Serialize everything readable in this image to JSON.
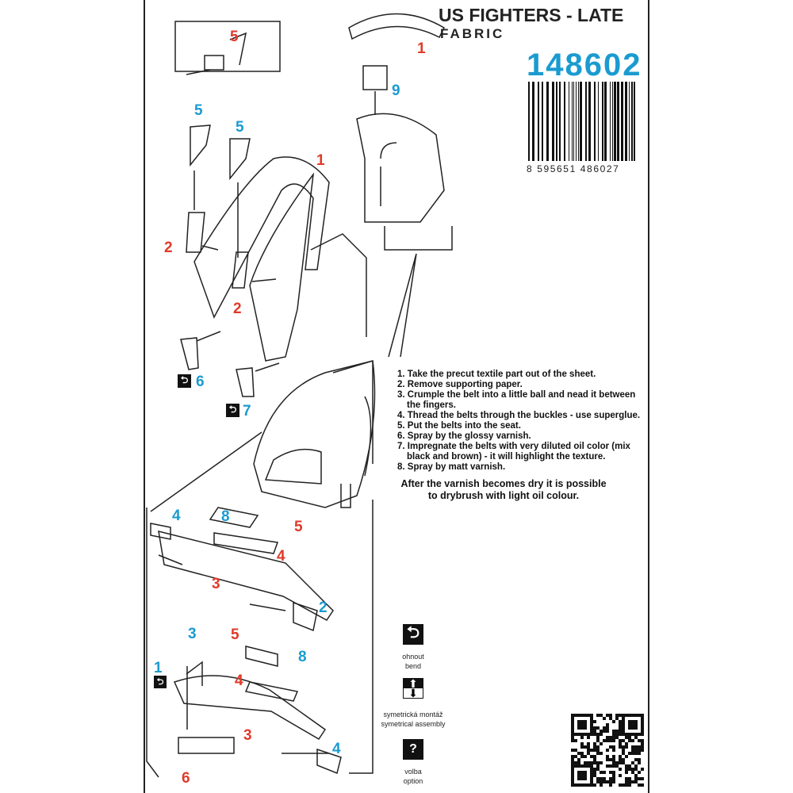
{
  "header": {
    "title": "US FIGHTERS - LATE",
    "subtitle": "FABRIC",
    "code": "148602",
    "ean": "8 595651 486027"
  },
  "labels": [
    "5",
    "1",
    "9",
    "5",
    "5",
    "1",
    "2",
    "2",
    "6",
    "7",
    "8",
    "4",
    "5",
    "4",
    "3",
    "2",
    "3",
    "5",
    "8",
    "1",
    "4",
    "3",
    "4",
    "6"
  ],
  "colors": {
    "red": "#e03a2a",
    "blue": "#1a9bd0"
  },
  "steps": [
    "1. Take the precut textile part out of the sheet.",
    "2. Remove supporting paper.",
    "3. Crumple the belt into a little ball and nead it between the fingers.",
    "4. Thread the belts through the buckles - use superglue.",
    "5. Put the belts into the seat.",
    "6. Spray by the glossy varnish.",
    "7. Impregnate the belts with very diluted oil color (mix black and brown) - it will highlight the texture.",
    "8. Spray by matt varnish."
  ],
  "note": "After the varnish becomes dry it is possible to drybrush with light oil colour.",
  "legend": [
    {
      "icon": "bend-icon",
      "cz": "ohnout",
      "en": "bend"
    },
    {
      "icon": "symmetrical-assembly-icon",
      "cz": "symetrická montáž",
      "en": "symetrical assembly"
    },
    {
      "icon": "option-icon",
      "glyph": "?",
      "cz": "volba",
      "en": "option"
    }
  ]
}
